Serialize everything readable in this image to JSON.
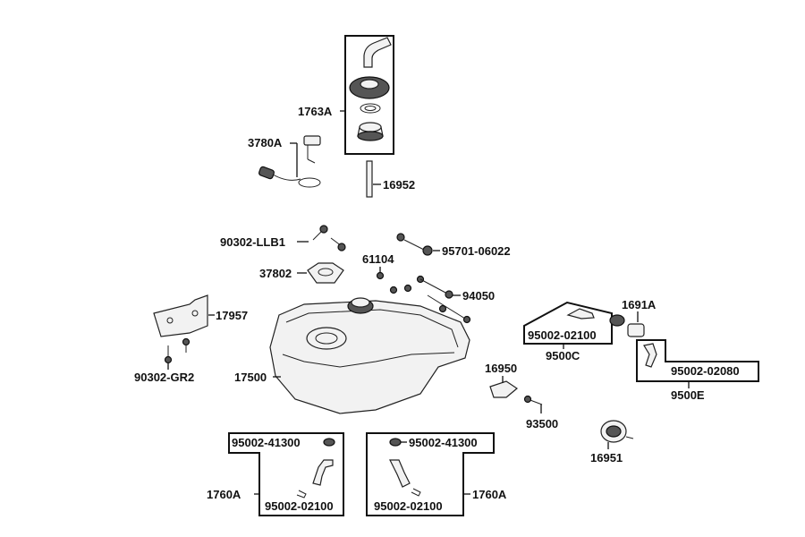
{
  "labels": {
    "p1763A": "1763A",
    "p3780A": "3780A",
    "p16952": "16952",
    "p90302LLB1": "90302-LLB1",
    "p95701": "95701-06022",
    "p37802": "37802",
    "p61104": "61104",
    "p94050": "94050",
    "p17957": "17957",
    "p90302GR2": "90302-GR2",
    "p17500": "17500",
    "p1691A": "1691A",
    "p95002_02100_a": "95002-02100",
    "p9500C": "9500C",
    "p95002_02080": "95002-02080",
    "p9500E": "9500E",
    "p16950": "16950",
    "p93500": "93500",
    "p16951": "16951",
    "p95002_41300_l": "95002-41300",
    "p95002_41300_r": "95002-41300",
    "p1760A_l": "1760A",
    "p1760A_r": "1760A",
    "p95002_02100_l": "95002-02100",
    "p95002_02100_r": "95002-02100"
  }
}
